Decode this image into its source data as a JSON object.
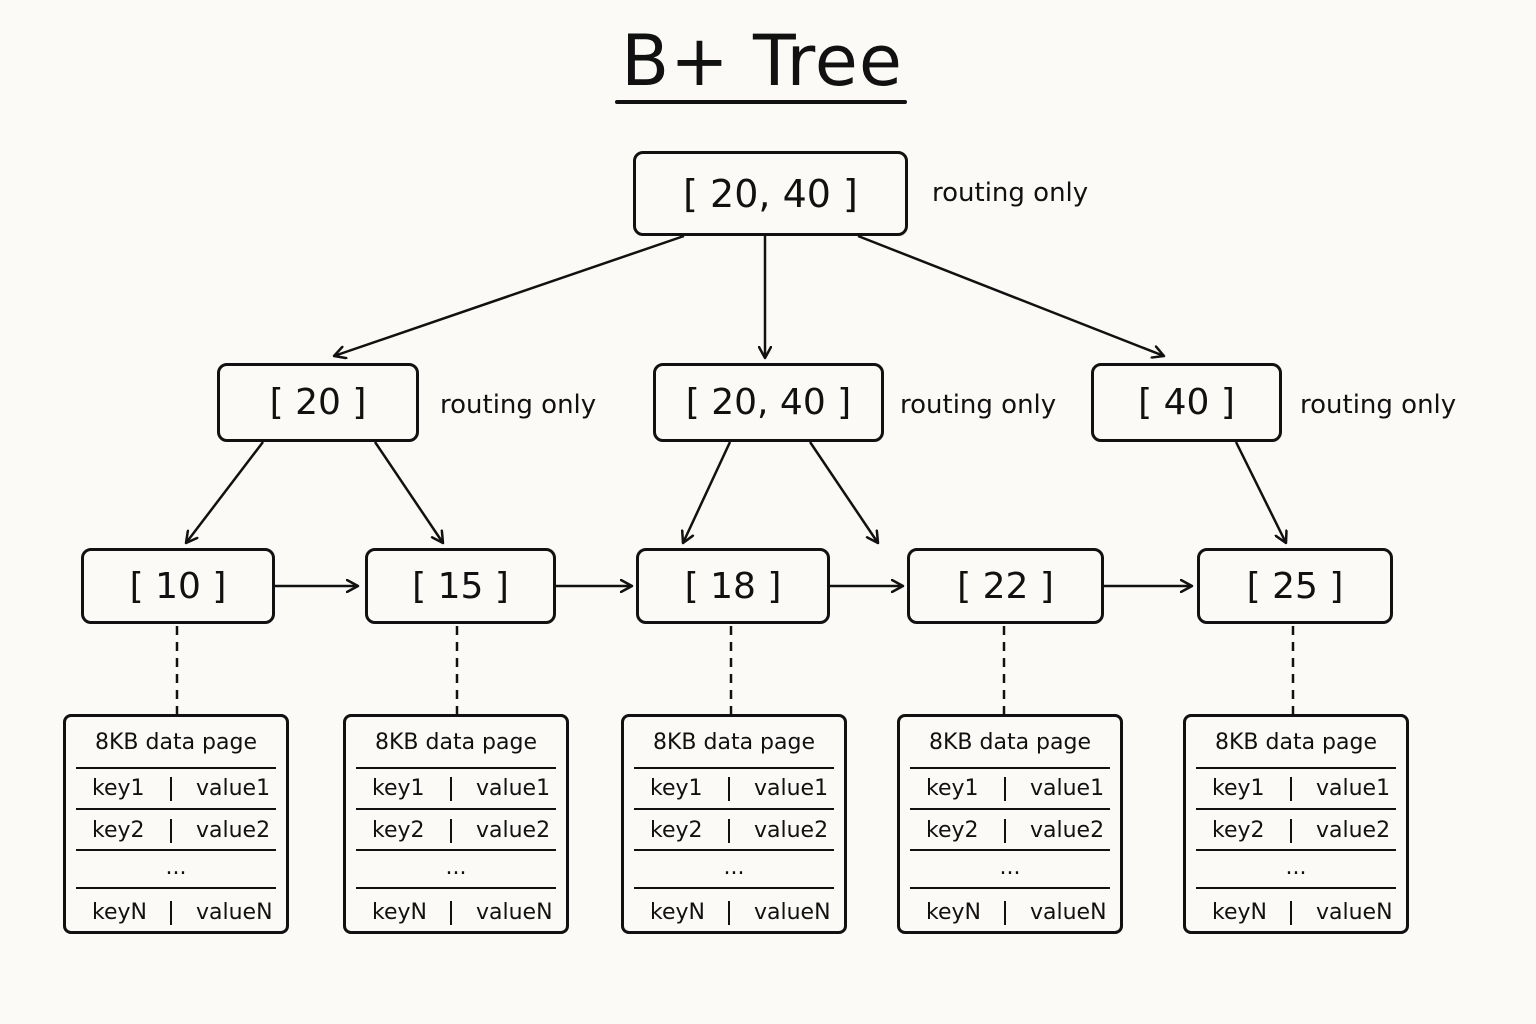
{
  "title": "B+ Tree",
  "root": {
    "label": "[ 20, 40 ]",
    "note": "routing only"
  },
  "internal": [
    {
      "label": "[ 20 ]",
      "note": "routing only"
    },
    {
      "label": "[ 20, 40 ]",
      "note": "routing only"
    },
    {
      "label": "[ 40 ]",
      "note": "routing only"
    }
  ],
  "leaves": [
    {
      "label": "[ 10 ]"
    },
    {
      "label": "[ 15 ]"
    },
    {
      "label": "[ 18 ]"
    },
    {
      "label": "[ 22 ]"
    },
    {
      "label": "[ 25 ]"
    }
  ],
  "page": {
    "title": "8KB data page",
    "rows": [
      {
        "key": "key1",
        "value": "value1"
      },
      {
        "key": "key2",
        "value": "value2"
      },
      {
        "ellipsis": "..."
      },
      {
        "key": "keyN",
        "value": "valueN"
      }
    ]
  }
}
